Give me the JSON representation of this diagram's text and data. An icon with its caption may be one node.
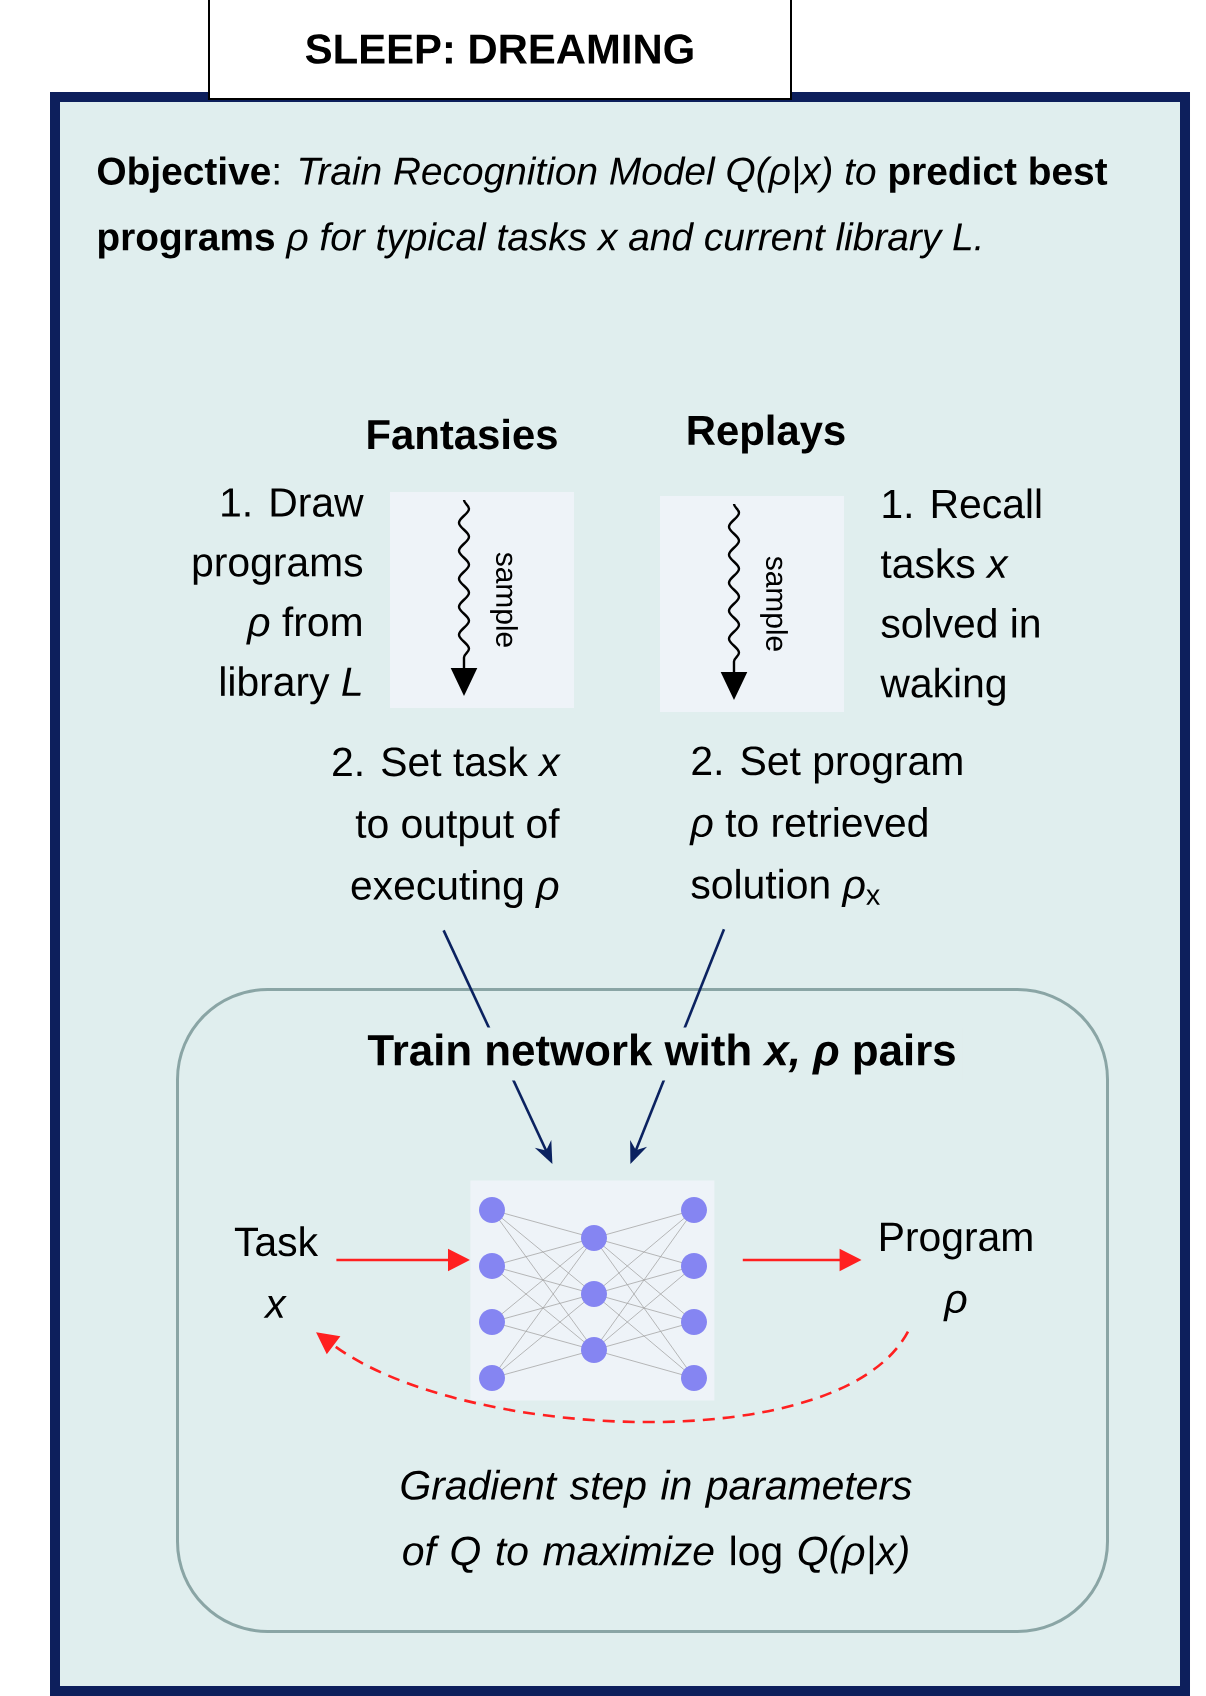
{
  "diagram": {
    "title": "SLEEP: DREAMING",
    "nodes": [
      {
        "text": [
          "**Objective**: *Train Recognition Model Q(ρ|x) to* **predict best programs** *ρ for typical tasks x and current library L.*"
        ]
      },
      {
        "text": [
          "2. Set task *x* to output of executing *ρ*"
        ],
        "in": 0
      },
      {
        "text": [
          "2. Set program *ρ* to retrieved solution *ρ*$_{x}$"
        ],
        "in": 0
      },
      {
        "text": [
          "Train network with *x, ρ* pairs",
          "*Gradient step in parameters of Q to maximize* log *Q(ρ|x)*"
        ],
        "in": 0
      },
      {
        "text": [
          "Task *x*"
        ],
        "in": 3
      },
      {
        "text": [],
        "shape": "picture",
        "in": 3
      },
      {
        "text": [
          "Program *ρ*"
        ],
        "in": 3
      }
    ],
    "edges": [
      {
        "from": 1,
        "to": 5,
        "arrow": "to",
        "color": "#0b2260"
      },
      {
        "from": 2,
        "to": 5,
        "arrow": "to",
        "color": "#0b2260"
      },
      {
        "from": 4,
        "to": 5,
        "arrow": "to",
        "color": "#ff2020"
      },
      {
        "from": 5,
        "to": 6,
        "arrow": "to",
        "color": "#ff2020"
      },
      {
        "from": 6,
        "to": 4,
        "arrow": "to",
        "style": "dashed",
        "color": "#ff2020"
      }
    ],
    "labels": [
      "Fantasies",
      "Replays",
      "1. Draw programs *ρ* from library *L*",
      "sample",
      "sample",
      "1. Recall tasks *x* solved in waking"
    ]
  }
}
